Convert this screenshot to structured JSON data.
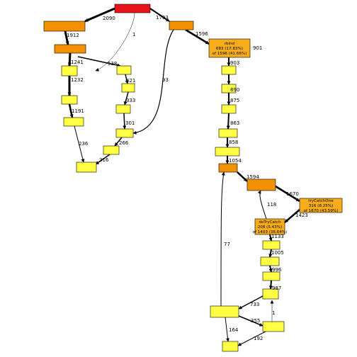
{
  "colors": {
    "red": "#e8141a",
    "orange": "#f29000",
    "orange_light": "#f7ac1b",
    "yellow": "#ffff44",
    "edge": "#000000"
  },
  "nodes": [
    {
      "id": "n_root",
      "color": "red",
      "lines": [
        "",
        "",
        ""
      ]
    },
    {
      "id": "n_l1",
      "color": "orange",
      "lines": [
        "",
        "",
        ""
      ]
    },
    {
      "id": "n_l2",
      "color": "orange",
      "lines": [
        "",
        "",
        ""
      ]
    },
    {
      "id": "n_l3",
      "color": "yellow",
      "lines": [
        "",
        "",
        ""
      ]
    },
    {
      "id": "n_l4",
      "color": "yellow",
      "lines": [
        "",
        "",
        ""
      ]
    },
    {
      "id": "n_l5",
      "color": "yellow",
      "lines": [
        "",
        "",
        ""
      ]
    },
    {
      "id": "n_m1",
      "color": "yellow",
      "lines": [
        "",
        "",
        ""
      ]
    },
    {
      "id": "n_m2",
      "color": "yellow",
      "lines": [
        "",
        "",
        ""
      ]
    },
    {
      "id": "n_m3",
      "color": "yellow",
      "lines": [
        "",
        "",
        ""
      ]
    },
    {
      "id": "n_m4",
      "color": "yellow",
      "lines": [
        "",
        "",
        ""
      ]
    },
    {
      "id": "n_m5",
      "color": "yellow",
      "lines": [
        "",
        "",
        ""
      ]
    },
    {
      "id": "n_bot",
      "color": "yellow",
      "lines": [
        "",
        "",
        ""
      ]
    },
    {
      "id": "n_c1",
      "color": "orange",
      "lines": [
        "",
        "",
        ""
      ]
    },
    {
      "id": "n_rbind",
      "color": "orange_light",
      "lines": [
        "rbind",
        "683 (17.83%)",
        "of 1596 (41.66%)"
      ]
    },
    {
      "id": "n_r1",
      "color": "yellow",
      "lines": [
        "",
        "",
        ""
      ]
    },
    {
      "id": "n_r2",
      "color": "yellow",
      "lines": [
        "",
        "",
        ""
      ]
    },
    {
      "id": "n_r3",
      "color": "yellow",
      "lines": [
        "",
        "",
        ""
      ]
    },
    {
      "id": "n_r4",
      "color": "yellow",
      "lines": [
        "",
        "",
        ""
      ]
    },
    {
      "id": "n_r5",
      "color": "yellow",
      "lines": [
        "",
        "",
        ""
      ]
    },
    {
      "id": "n_r6",
      "color": "orange",
      "lines": [
        "",
        "",
        ""
      ]
    },
    {
      "id": "n_r7",
      "color": "orange",
      "lines": [
        "",
        "",
        ""
      ]
    },
    {
      "id": "n_trycatchone",
      "color": "orange_light",
      "lines": [
        "tryCatchOne",
        "316 (8.25%)",
        "of 1670 (43.59%)"
      ]
    },
    {
      "id": "n_trycatch",
      "color": "orange_light",
      "lines": [
        "doTryCatch",
        "208 (5.43%)",
        "of 1403 (36.64%)"
      ]
    },
    {
      "id": "n_t1",
      "color": "yellow",
      "lines": [
        "",
        "",
        ""
      ]
    },
    {
      "id": "n_t2",
      "color": "yellow",
      "lines": [
        "",
        "",
        ""
      ]
    },
    {
      "id": "n_t3",
      "color": "yellow",
      "lines": [
        "",
        "",
        ""
      ]
    },
    {
      "id": "n_t4",
      "color": "yellow",
      "lines": [
        "",
        "",
        ""
      ]
    },
    {
      "id": "n_t5",
      "color": "yellow",
      "lines": [
        "",
        "",
        ""
      ]
    },
    {
      "id": "n_t6",
      "color": "yellow",
      "lines": [
        "",
        "",
        ""
      ]
    },
    {
      "id": "n_t7",
      "color": "yellow",
      "lines": [
        "",
        "",
        ""
      ]
    }
  ],
  "edges": [
    {
      "label": "2090",
      "weight": 3
    },
    {
      "label": "1703",
      "weight": 2
    },
    {
      "label": "1",
      "weight": 0.5
    },
    {
      "label": "1912",
      "weight": 3
    },
    {
      "label": "1241",
      "weight": 3
    },
    {
      "label": "1232",
      "weight": 3
    },
    {
      "label": "1191",
      "weight": 2.5
    },
    {
      "label": "236",
      "weight": 1
    },
    {
      "label": "538",
      "weight": 1.5
    },
    {
      "label": "421",
      "weight": 1.5
    },
    {
      "label": "333",
      "weight": 1.5
    },
    {
      "label": "301",
      "weight": 1.5
    },
    {
      "label": "266",
      "weight": 1.5
    },
    {
      "label": "316",
      "weight": 1.5
    },
    {
      "label": "93",
      "weight": 1.2
    },
    {
      "label": "1596",
      "weight": 2.5
    },
    {
      "label": "901",
      "weight": 2
    },
    {
      "label": "903",
      "weight": 2
    },
    {
      "label": "890",
      "weight": 2
    },
    {
      "label": "875",
      "weight": 2
    },
    {
      "label": "863",
      "weight": 2
    },
    {
      "label": "858",
      "weight": 2
    },
    {
      "label": "1054",
      "weight": 2
    },
    {
      "label": "1594",
      "weight": 2.5
    },
    {
      "label": "1670",
      "weight": 2.5
    },
    {
      "label": "1423",
      "weight": 2.5
    },
    {
      "label": "118",
      "weight": 1
    },
    {
      "label": "1133",
      "weight": 2
    },
    {
      "label": "1005",
      "weight": 2
    },
    {
      "label": "996",
      "weight": 2
    },
    {
      "label": "987",
      "weight": 2
    },
    {
      "label": "733",
      "weight": 1.5
    },
    {
      "label": "1",
      "weight": 0.5
    },
    {
      "label": "77",
      "weight": 1
    },
    {
      "label": "355",
      "weight": 1.5
    },
    {
      "label": "164",
      "weight": 1
    },
    {
      "label": "192",
      "weight": 1
    }
  ]
}
